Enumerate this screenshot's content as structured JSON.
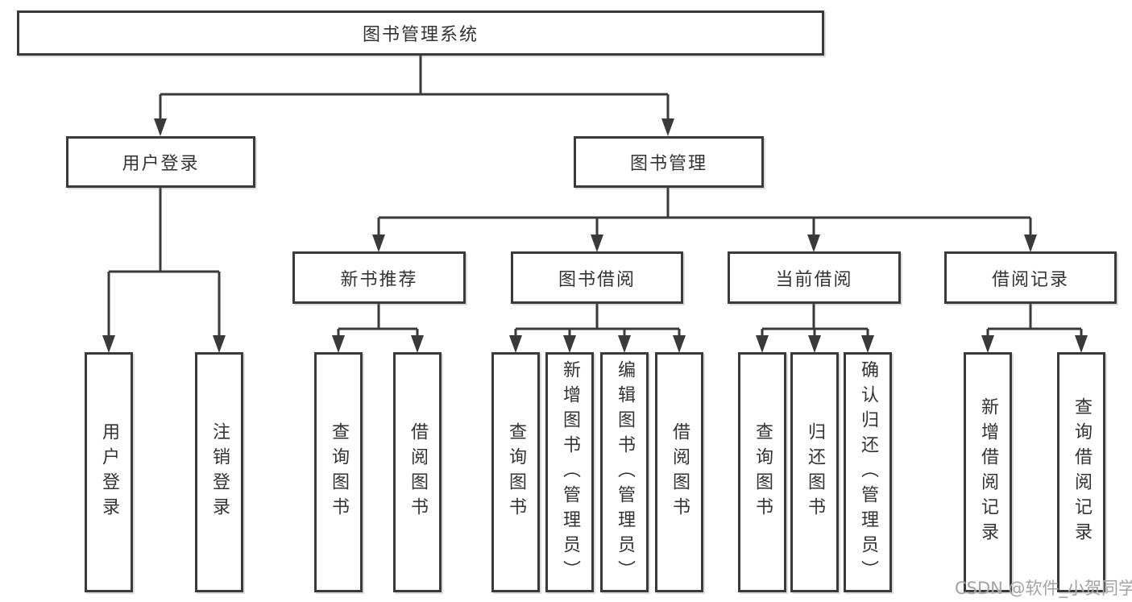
{
  "diagram": {
    "type": "tree",
    "root": {
      "label": "图书管理系统"
    },
    "level2": [
      {
        "label": "用户登录",
        "parent": "图书管理系统"
      },
      {
        "label": "图书管理",
        "parent": "图书管理系统"
      }
    ],
    "level3": [
      {
        "label": "新书推荐",
        "parent": "图书管理"
      },
      {
        "label": "图书借阅",
        "parent": "图书管理"
      },
      {
        "label": "当前借阅",
        "parent": "图书管理"
      },
      {
        "label": "借阅记录",
        "parent": "图书管理"
      }
    ],
    "leaves": [
      {
        "label": "用户登录",
        "parent": "用户登录"
      },
      {
        "label": "注销登录",
        "parent": "用户登录"
      },
      {
        "label": "查询图书",
        "parent": "新书推荐"
      },
      {
        "label": "借阅图书",
        "parent": "新书推荐"
      },
      {
        "label": "查询图书",
        "parent": "图书借阅"
      },
      {
        "label": "新增图书（管理员）",
        "parent": "图书借阅"
      },
      {
        "label": "编辑图书（管理员）",
        "parent": "图书借阅"
      },
      {
        "label": "借阅图书",
        "parent": "图书借阅"
      },
      {
        "label": "查询图书",
        "parent": "当前借阅"
      },
      {
        "label": "归还图书",
        "parent": "当前借阅"
      },
      {
        "label": "确认归还（管理员）",
        "parent": "当前借阅"
      },
      {
        "label": "新增借阅记录",
        "parent": "借阅记录"
      },
      {
        "label": "查询借阅记录",
        "parent": "借阅记录"
      }
    ],
    "colors": {
      "line": "#3a3a3a",
      "text": "#333333",
      "background": "#ffffff",
      "watermark": "#a3a3a3"
    },
    "watermark": {
      "text": "CSDN @软件_小贺同学"
    }
  }
}
